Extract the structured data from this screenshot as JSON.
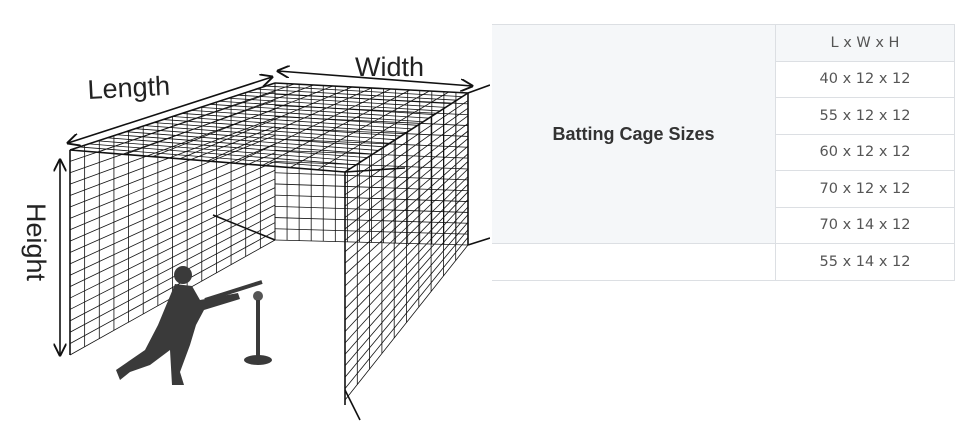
{
  "diagram": {
    "labels": {
      "length": "Length",
      "width": "Width",
      "height": "Height"
    },
    "colors": {
      "net": "#111111",
      "silhouette": "#3a3a3a"
    }
  },
  "table": {
    "title": "Batting Cage Sizes",
    "header": "L x W x H",
    "sizes": [
      "40 x 12 x 12",
      "55 x 12 x 12",
      "60 x 12 x 12",
      "70 x 12 x 12",
      "70 x 14 x 12",
      "55 x 14 x 12"
    ]
  }
}
